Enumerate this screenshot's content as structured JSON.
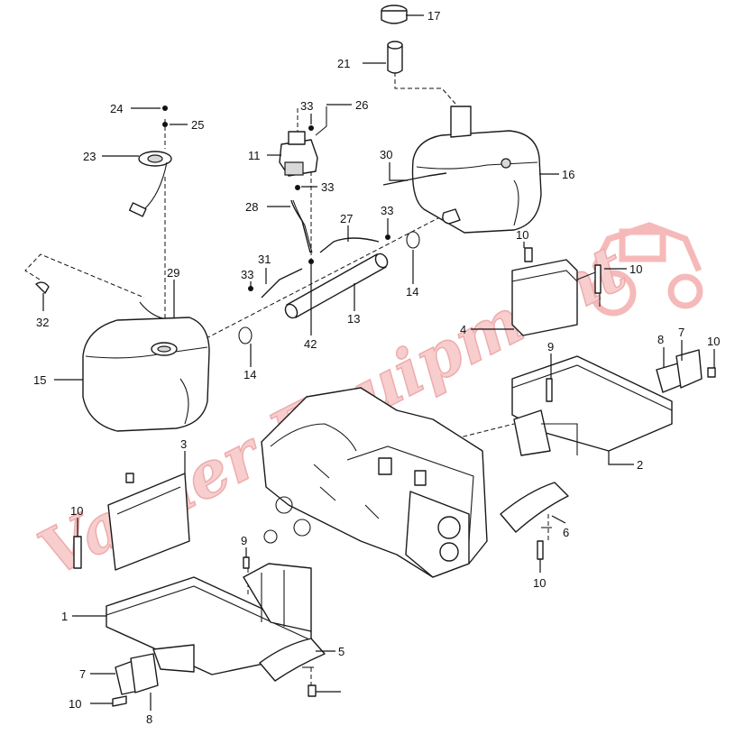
{
  "diagram": {
    "watermark": "Varner Equipment",
    "label_colors": {
      "default": "#111111",
      "highlight": "#2e9e2e"
    },
    "callouts": [
      {
        "id": "c17",
        "text": "17",
        "highlight": false
      },
      {
        "id": "c21",
        "text": "21",
        "highlight": false
      },
      {
        "id": "c24",
        "text": "24",
        "highlight": false
      },
      {
        "id": "c25",
        "text": "25",
        "highlight": false
      },
      {
        "id": "c33a",
        "text": "33",
        "highlight": false
      },
      {
        "id": "c26",
        "text": "26",
        "highlight": true
      },
      {
        "id": "c23",
        "text": "23",
        "highlight": false
      },
      {
        "id": "c11",
        "text": "11",
        "highlight": false
      },
      {
        "id": "c30",
        "text": "30",
        "highlight": false
      },
      {
        "id": "c16",
        "text": "16",
        "highlight": false
      },
      {
        "id": "c33b",
        "text": "33",
        "highlight": false
      },
      {
        "id": "c28",
        "text": "28",
        "highlight": false
      },
      {
        "id": "c27",
        "text": "27",
        "highlight": false
      },
      {
        "id": "c33c",
        "text": "33",
        "highlight": false
      },
      {
        "id": "c10a",
        "text": "10",
        "highlight": false
      },
      {
        "id": "c10b",
        "text": "10",
        "highlight": false
      },
      {
        "id": "c31",
        "text": "31",
        "highlight": false
      },
      {
        "id": "c29",
        "text": "29",
        "highlight": false
      },
      {
        "id": "c33d",
        "text": "33",
        "highlight": false
      },
      {
        "id": "c14a",
        "text": "14",
        "highlight": false
      },
      {
        "id": "c32",
        "text": "32",
        "highlight": false
      },
      {
        "id": "c13",
        "text": "13",
        "highlight": false
      },
      {
        "id": "c4",
        "text": "4",
        "highlight": true
      },
      {
        "id": "c42",
        "text": "42",
        "highlight": false
      },
      {
        "id": "c9a",
        "text": "9",
        "highlight": false
      },
      {
        "id": "c8a",
        "text": "8",
        "highlight": false
      },
      {
        "id": "c7a",
        "text": "7",
        "highlight": false
      },
      {
        "id": "c10c",
        "text": "10",
        "highlight": false
      },
      {
        "id": "c15",
        "text": "15",
        "highlight": false
      },
      {
        "id": "c14b",
        "text": "14",
        "highlight": false
      },
      {
        "id": "c3",
        "text": "3",
        "highlight": false
      },
      {
        "id": "c2",
        "text": "2",
        "highlight": false
      },
      {
        "id": "c10d",
        "text": "10",
        "highlight": false
      },
      {
        "id": "c6",
        "text": "6",
        "highlight": false
      },
      {
        "id": "c9b",
        "text": "9",
        "highlight": false
      },
      {
        "id": "c10e",
        "text": "10",
        "highlight": false
      },
      {
        "id": "c1",
        "text": "1",
        "highlight": false
      },
      {
        "id": "c5",
        "text": "5",
        "highlight": false
      },
      {
        "id": "c7b",
        "text": "7",
        "highlight": false
      },
      {
        "id": "c10f",
        "text": "10",
        "highlight": false
      },
      {
        "id": "c8b",
        "text": "8",
        "highlight": false
      }
    ]
  }
}
